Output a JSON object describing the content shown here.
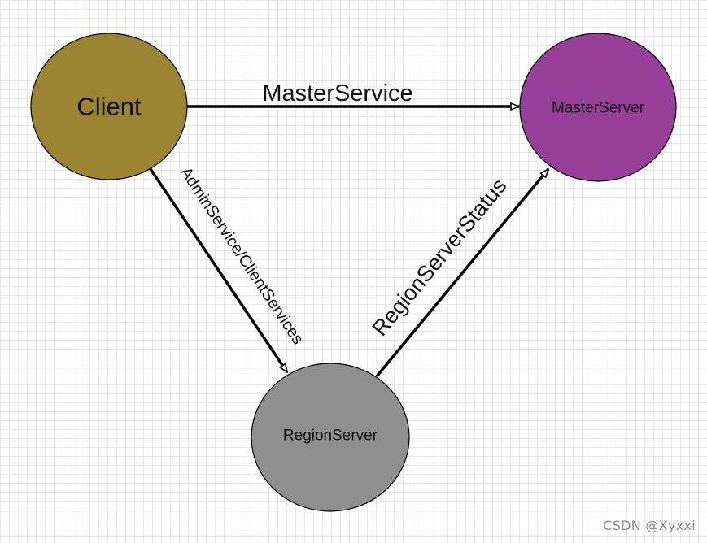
{
  "nodes": {
    "client": {
      "label": "Client",
      "fill": "#9a8431"
    },
    "master": {
      "label": "MasterServer",
      "fill": "#97409a"
    },
    "region": {
      "label": "RegionServer",
      "fill": "#8f8f8f"
    }
  },
  "edges": {
    "client_to_master": {
      "label": "MasterService"
    },
    "client_to_region": {
      "label": "AdminService/ClientServices"
    },
    "region_to_master": {
      "label": "RegionServerStatus"
    }
  },
  "watermark": "CSDN @Xyxxi"
}
